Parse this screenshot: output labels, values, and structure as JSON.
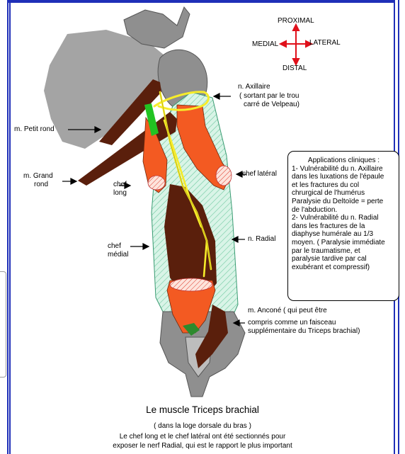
{
  "orientation": {
    "proximal": "PROXIMAL",
    "distal": "DISTAL",
    "medial": "MEDIAL",
    "lateral": "LATERAL"
  },
  "labels": {
    "axillaire": "n. Axillaire",
    "axillaire_note_1": "( sortant par le trou",
    "axillaire_note_2": "carré de Velpeau)",
    "petit_rond": "m. Petit rond",
    "grand_rond_1": "m. Grand",
    "grand_rond_2": "rond",
    "chef_long_1": "chef",
    "chef_long_2": "long",
    "chef_lateral": "chef latéral",
    "chef_medial_1": "chef",
    "chef_medial_2": "médial",
    "radial": "n. Radial",
    "ancone_1": "m. Anconé ( qui peut être",
    "ancone_2": "compris comme un faisceau",
    "ancone_3": "supplémentaire du Triceps brachial)"
  },
  "clinical_box": {
    "heading": "Applications cliniques :",
    "lines": [
      "1- Vulnérabilité du n. Axillaire",
      "dans les luxations de l'épaule",
      "et les fractures du col",
      "chrurgical de l'humérus",
      "Paralysie du Deltoïde = perte",
      "de l'abduction.",
      "2- Vulnérabilité du n. Radial",
      "dans les fractures de la",
      "diaphyse humérale au 1/3",
      "moyen. ( Paralysie immédiate",
      "par le traumatisme, et",
      "paralysie tardive par cal",
      "exubérant et compressif)"
    ]
  },
  "caption": {
    "title": "Le muscle Triceps brachial",
    "line1": "( dans la loge dorsale du bras )",
    "line2": "Le chef long et le chef latéral ont été sectionnés pour",
    "line3": "exposer le nerf Radial, qui est le rapport le plus important"
  },
  "colors": {
    "bone": "#8f8f8f",
    "muscle_dark": "#5a1f0c",
    "muscle_orange": "#f35a22",
    "tendon_green": "#9fe6c7",
    "nerve": "#f6ec2a",
    "frame": "#1f2fb8",
    "arrow_red": "#e0101a"
  }
}
